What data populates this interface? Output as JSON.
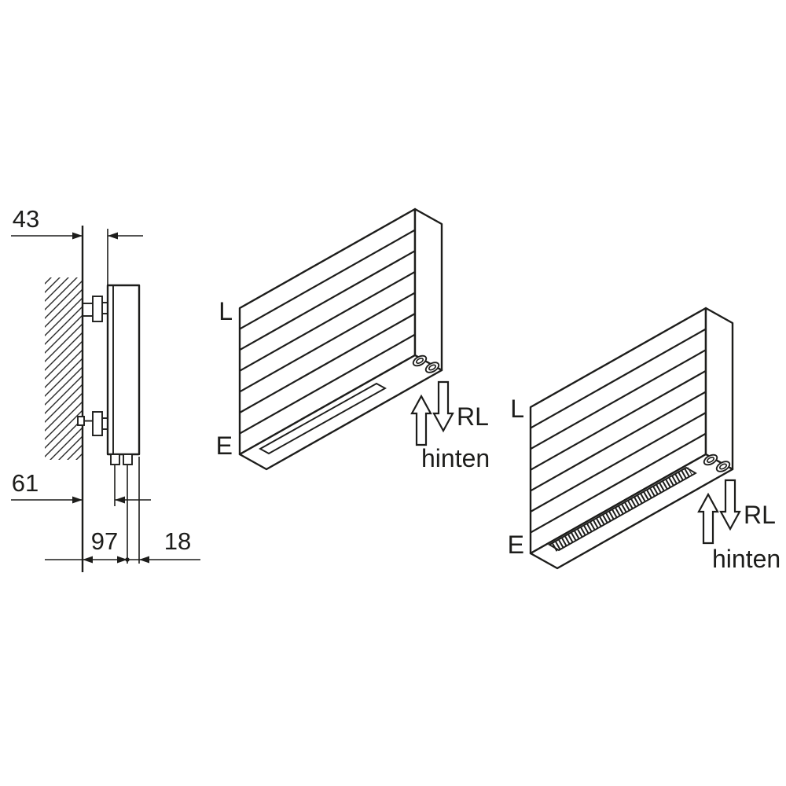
{
  "colors": {
    "line": "#1d1d1b",
    "background": "#ffffff"
  },
  "side_view": {
    "dims": {
      "wall_offset": "43",
      "lower_offset": "61",
      "pipe_offset": "97",
      "front_offset": "18"
    }
  },
  "iso_slot_unit": {
    "supply_label": "L",
    "entry_label": "E",
    "return_label": "RL",
    "direction_label": "hinten"
  },
  "iso_grille_unit": {
    "supply_label": "L",
    "entry_label": "E",
    "return_label": "RL",
    "direction_label": "hinten"
  }
}
